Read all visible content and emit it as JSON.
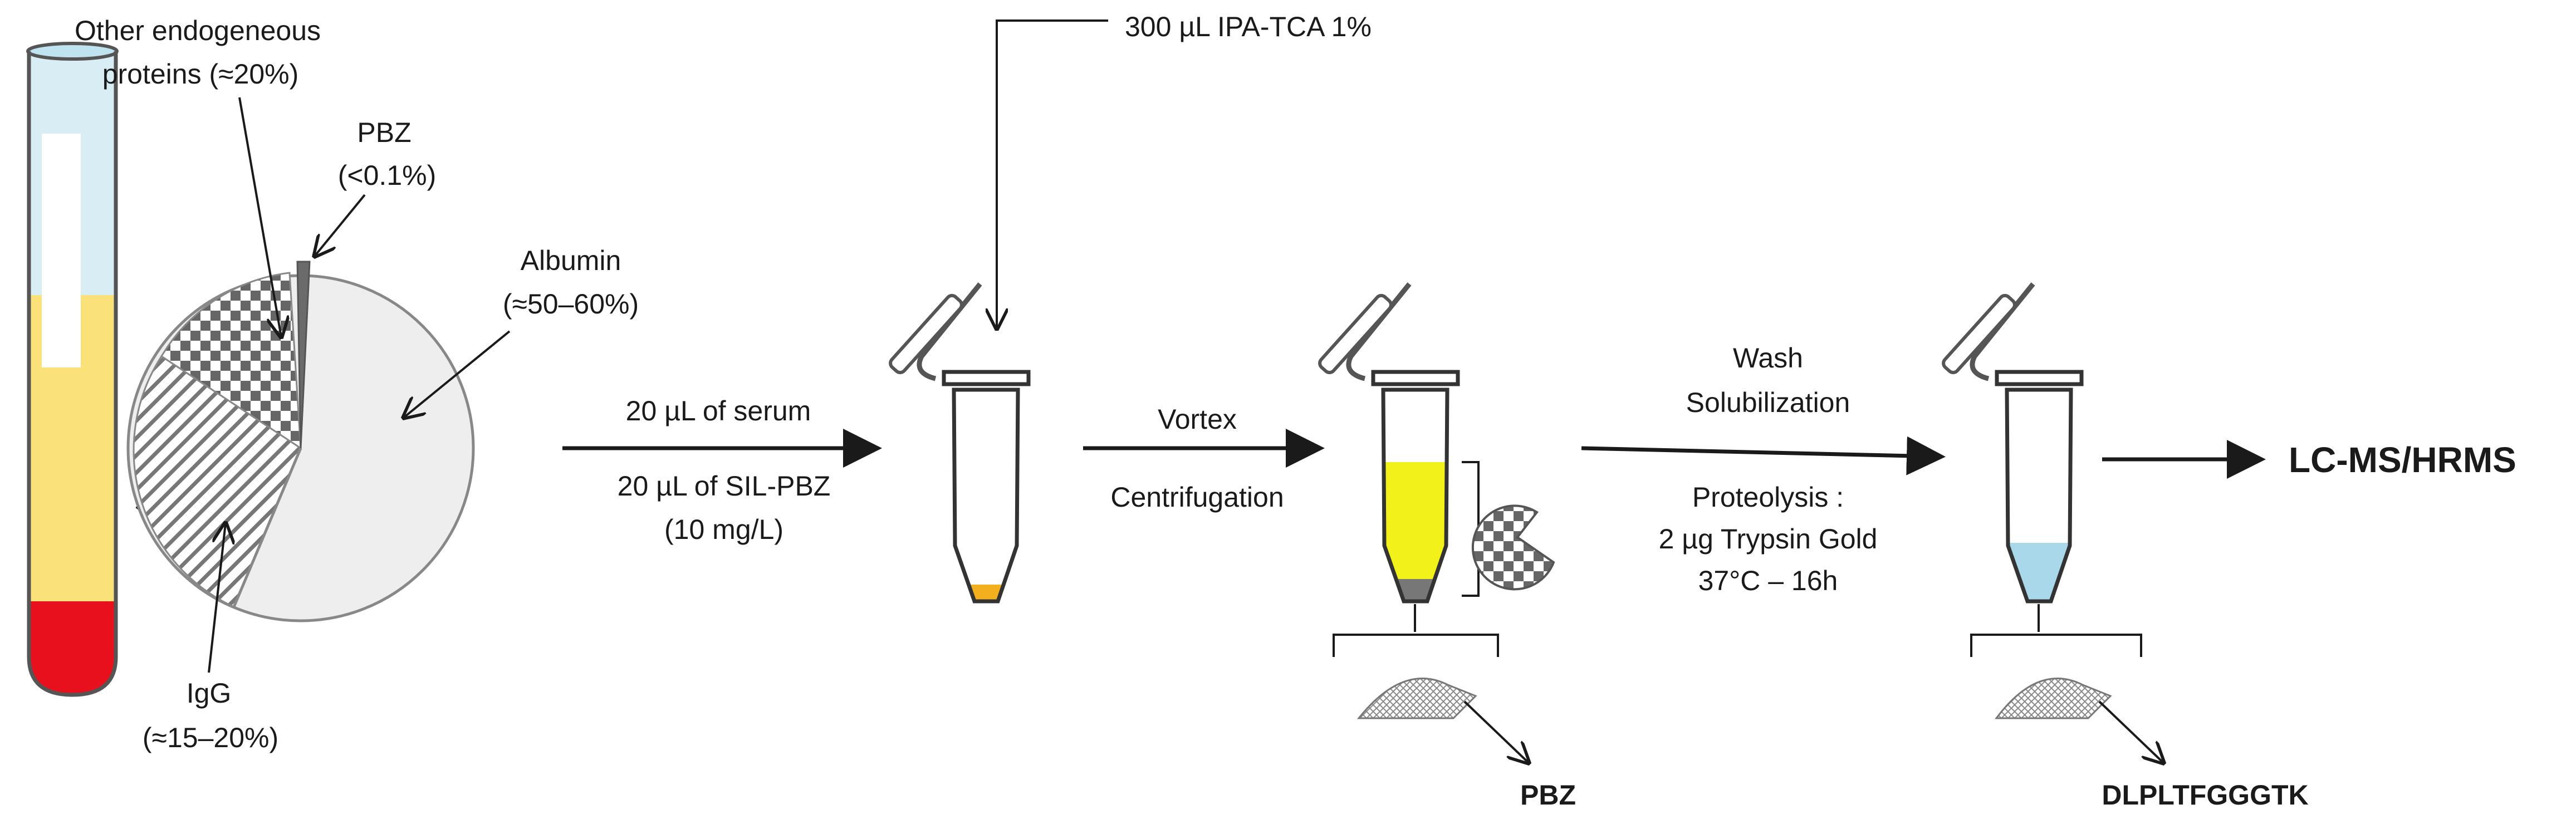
{
  "pie_labels": {
    "other": [
      "Other endogeneous",
      "proteins (≈20%)"
    ],
    "pbz": [
      "PBZ",
      "(<0.1%)"
    ],
    "albumin": [
      "Albumin",
      "(≈50–60%)"
    ],
    "igg": [
      "IgG",
      "(≈15–20%)"
    ]
  },
  "steps": {
    "reagent": "300 µL IPA-TCA 1%",
    "step1_above": "20 µL of serum",
    "step1_below": [
      "20 µL of SIL-PBZ",
      "(10 mg/L)"
    ],
    "step2_above": "Vortex",
    "step2_below": "Centrifugation",
    "step3_above": [
      "Wash",
      "Solubilization"
    ],
    "step3_below": [
      "Proteolysis :",
      "2 µg Trypsin Gold",
      "37°C – 16h"
    ],
    "final": "LC-MS/HRMS"
  },
  "outputs": {
    "pellet_label": "PBZ",
    "peptide_label": "DLPLTFGGGTK"
  },
  "colors": {
    "serum": "#fbe17a",
    "blood": "#e8101c",
    "tube_top": "#d9edf5",
    "albumin": "#eeeeee",
    "supernatant": "#f2f21a",
    "pellet": "#f2b01e",
    "solubilized": "#a9d8ea"
  }
}
